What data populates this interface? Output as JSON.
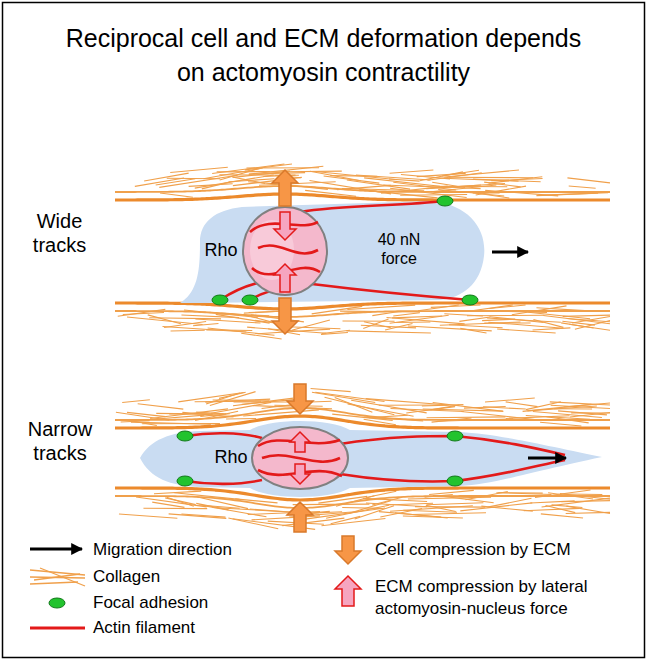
{
  "diagram": {
    "title": "Reciprocal cell and ECM deformation depends on actomyosin contractility",
    "labels": [
      "Wide tracks",
      "Rho",
      "40 nN force",
      "Narrow tracks",
      "Rho"
    ],
    "legend": [
      {
        "text": "Migration direction"
      },
      {
        "text": "Collagen"
      },
      {
        "text": "Focal adhesion"
      },
      {
        "text": "Actin filament"
      },
      {
        "text": "Cell compression by ECM"
      },
      {
        "text": "ECM compression by lateral actomyosin-nucleus force"
      }
    ]
  }
}
